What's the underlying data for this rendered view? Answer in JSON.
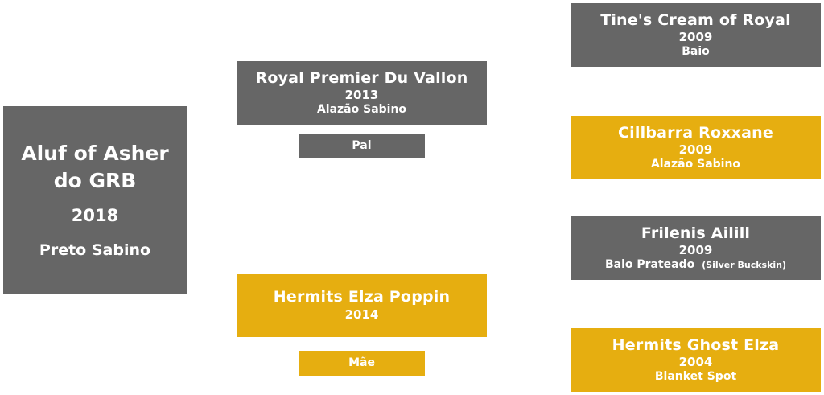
{
  "horse": {
    "name_line1": "Aluf of Asher",
    "name_line2": "do GRB",
    "year": "2018",
    "color": "Preto Sabino"
  },
  "sire": {
    "name": "Royal Premier Du Vallon",
    "year": "2013",
    "color": "Alazão Sabino",
    "tag": "Pai"
  },
  "dam": {
    "name": "Hermits Elza Poppin",
    "year": "2014",
    "tag": "Mãe"
  },
  "grandparents": [
    {
      "name": "Tine's Cream of Royal",
      "year": "2009",
      "color": "Baio"
    },
    {
      "name": "Cillbarra Roxxane",
      "year": "2009",
      "color": "Alazão Sabino"
    },
    {
      "name": "Frilenis Ailill",
      "year": "2009",
      "color": "Baio Prateado",
      "color_note": "(Silver Buckskin)"
    },
    {
      "name": "Hermits Ghost Elza",
      "year": "2004",
      "color": "Blanket Spot"
    }
  ],
  "colors": {
    "gray": "#666666",
    "gold": "#e6ae10"
  }
}
